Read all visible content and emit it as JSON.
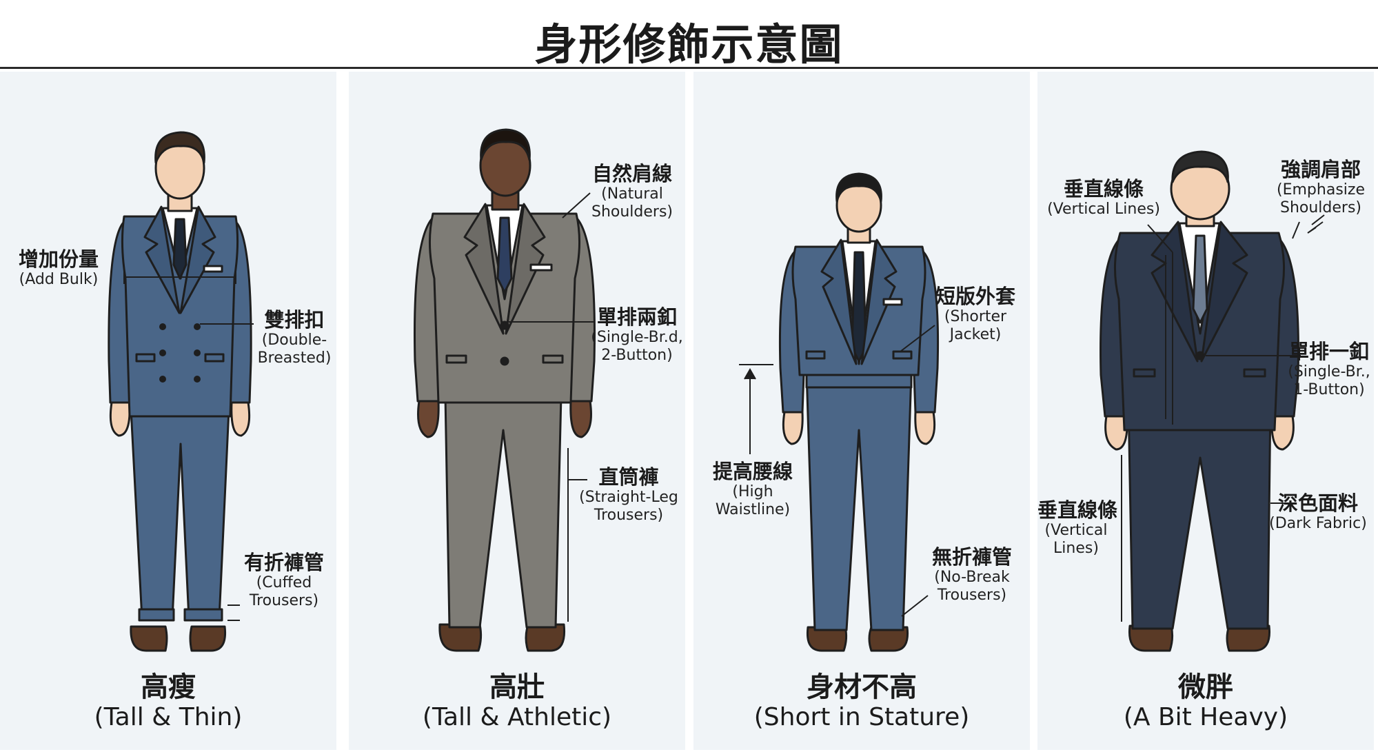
{
  "title": "身形修飾示意圖",
  "panels": [
    {
      "caption_zh": "高瘦",
      "caption_en": "(Tall & Thin)",
      "labels": [
        {
          "zh": "增加份量",
          "en": "(Add Bulk)"
        },
        {
          "zh": "雙排扣",
          "en": "(Double-\nBreasted)"
        },
        {
          "zh": "有折褲管",
          "en": "(Cuffed\nTrousers)"
        }
      ]
    },
    {
      "caption_zh": "高壯",
      "caption_en": "(Tall & Athletic)",
      "labels": [
        {
          "zh": "自然肩線",
          "en": "(Natural\nShoulders)"
        },
        {
          "zh": "單排兩釦",
          "en": "(Single-Br.d,\n2-Button)"
        },
        {
          "zh": "直筒褲",
          "en": "(Straight-Leg\nTrousers)"
        }
      ]
    },
    {
      "caption_zh": "身材不高",
      "caption_en": "(Short in Stature)",
      "labels": [
        {
          "zh": "短版外套",
          "en": "(Shorter\nJacket)"
        },
        {
          "zh": "提高腰線",
          "en": "(High\nWaistline)"
        },
        {
          "zh": "無折褲管",
          "en": "(No-Break\nTrousers)"
        }
      ]
    },
    {
      "caption_zh": "微胖",
      "caption_en": "(A Bit Heavy)",
      "labels": [
        {
          "zh": "垂直線條",
          "en": "(Vertical Lines)"
        },
        {
          "zh": "強調肩部",
          "en": "(Emphasize\nShoulders)"
        },
        {
          "zh": "單排一釦",
          "en": "(Single-Br.,\n1-Button)"
        },
        {
          "zh": "垂直線條",
          "en": "(Vertical\nLines)"
        },
        {
          "zh": "深色面料",
          "en": "(Dark Fabric)"
        }
      ]
    }
  ],
  "colors": {
    "navy_suit": "#4a6688",
    "gray_suit": "#7e7c76",
    "blue_suit": "#4b6687",
    "charcoal_suit": "#2f3a4d",
    "panel_bg": "#f0f4f7",
    "outline": "#1e1e1e",
    "shoes": "#5a3a26"
  }
}
